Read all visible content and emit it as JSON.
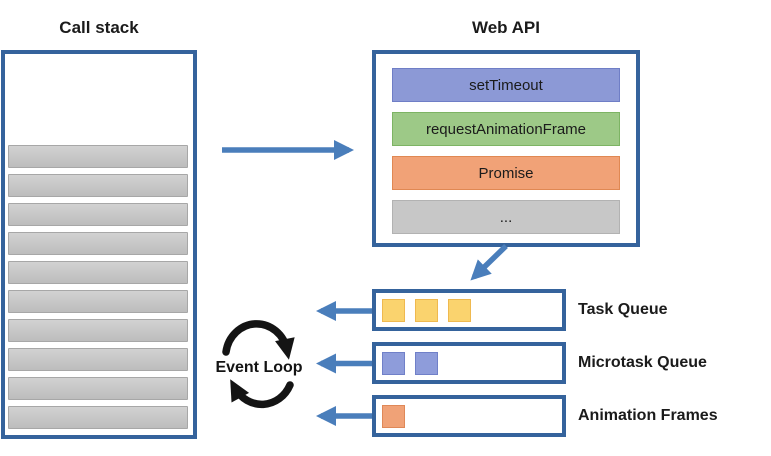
{
  "call_stack": {
    "title": "Call stack",
    "frame_count": 10
  },
  "web_api": {
    "title": "Web API",
    "items": [
      {
        "label": "setTimeout",
        "color": "#8C99D6",
        "border": "#6F7EC6"
      },
      {
        "label": "requestAnimationFrame",
        "color": "#9DC987",
        "border": "#7DB464"
      },
      {
        "label": "Promise",
        "color": "#F1A277",
        "border": "#E08853"
      },
      {
        "label": "...",
        "color": "#C7C7C7",
        "border": "#B2B2B2"
      }
    ]
  },
  "event_loop": {
    "label": "Event Loop"
  },
  "queues": [
    {
      "label": "Task Queue",
      "items": 3,
      "item_color": "#FAD36E",
      "item_border": "#EFB94F"
    },
    {
      "label": "Microtask Queue",
      "items": 2,
      "item_color": "#8E9CDA",
      "item_border": "#7080C8"
    },
    {
      "label": "Animation Frames",
      "items": 1,
      "item_color": "#F0A277",
      "item_border": "#DF8858"
    }
  ],
  "colors": {
    "arrow_blue": "#4A7EBB",
    "border_blue": "#35639C",
    "loop_black": "#141414"
  }
}
